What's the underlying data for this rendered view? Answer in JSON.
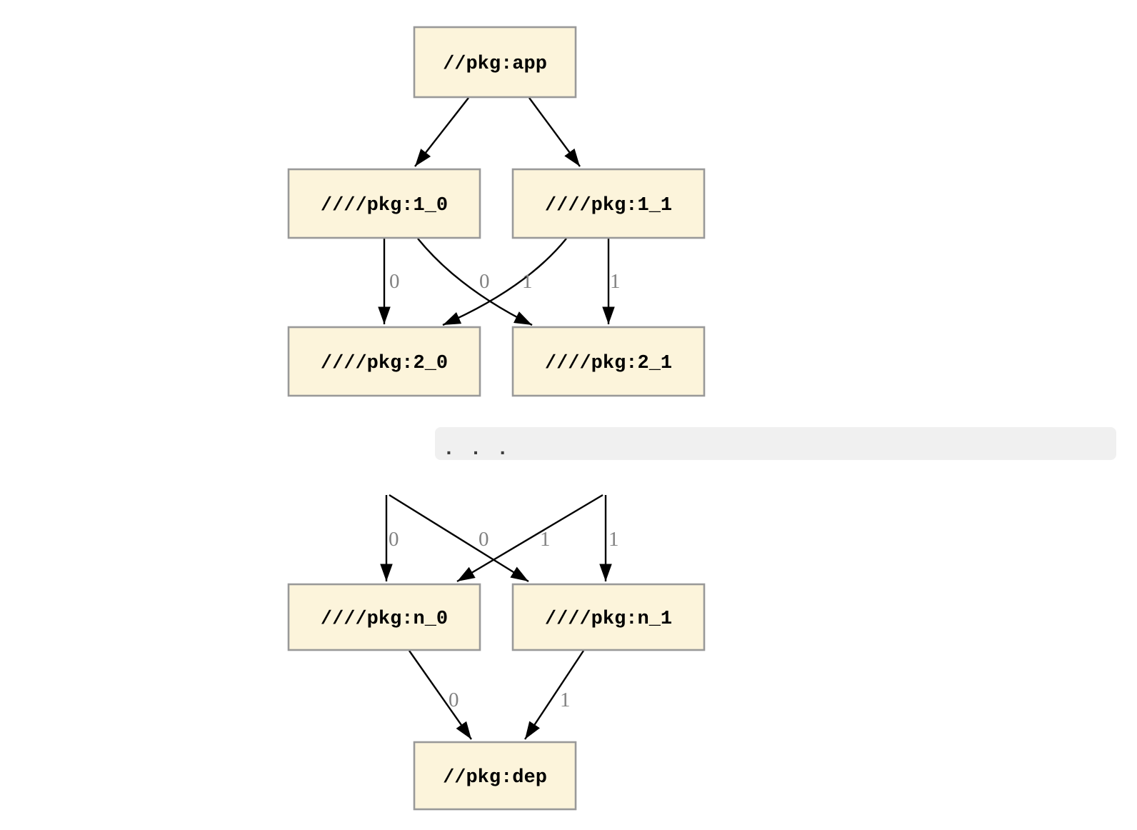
{
  "diagram": {
    "kind": "build-dependency-graph",
    "colors": {
      "background": "#ffffff",
      "node_fill": "#fcf4db",
      "node_border": "#999999",
      "edge_stroke": "#000000",
      "edge_label_text": "#828282",
      "node_label_text": "#000000",
      "ellipsis_band_bg": "#f0f0f0",
      "ellipsis_text": "#3d3d3d"
    },
    "nodes": [
      {
        "id": "app",
        "label": "//pkg:app"
      },
      {
        "id": "1_0",
        "label": "////pkg:1_0"
      },
      {
        "id": "1_1",
        "label": "////pkg:1_1"
      },
      {
        "id": "2_0",
        "label": "////pkg:2_0"
      },
      {
        "id": "2_1",
        "label": "////pkg:2_1"
      },
      {
        "id": "n_0",
        "label": "////pkg:n_0"
      },
      {
        "id": "n_1",
        "label": "////pkg:n_1"
      },
      {
        "id": "dep",
        "label": "//pkg:dep"
      }
    ],
    "ellipsis_label": ". . .",
    "edges": [
      {
        "from": "app",
        "to": "1_0",
        "label": ""
      },
      {
        "from": "app",
        "to": "1_1",
        "label": ""
      },
      {
        "from": "1_0",
        "to": "2_0",
        "label": "0"
      },
      {
        "from": "1_0",
        "to": "2_1",
        "label": "0"
      },
      {
        "from": "1_1",
        "to": "2_0",
        "label": "1"
      },
      {
        "from": "1_1",
        "to": "2_1",
        "label": "1"
      },
      {
        "from": "ellipsis",
        "to": "n_0",
        "label": "0"
      },
      {
        "from": "ellipsis",
        "to": "n_1",
        "label": "0"
      },
      {
        "from": "ellipsis",
        "to": "n_0",
        "label": "1"
      },
      {
        "from": "ellipsis",
        "to": "n_1",
        "label": "1"
      },
      {
        "from": "n_0",
        "to": "dep",
        "label": "0"
      },
      {
        "from": "n_1",
        "to": "dep",
        "label": "1"
      }
    ]
  }
}
